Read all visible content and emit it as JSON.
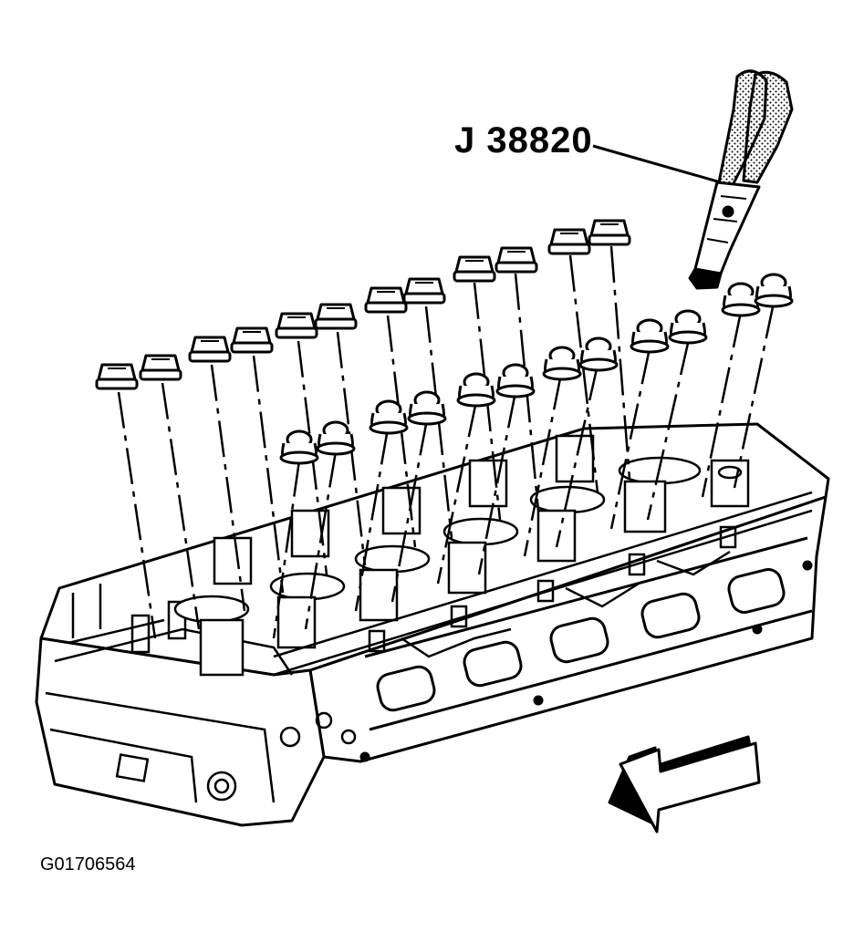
{
  "figure": {
    "tool_label": "J 38820",
    "figure_id": "G01706564"
  },
  "parts": {
    "seal_count": 24,
    "rows": [
      "upper-seal-row",
      "lower-seal-row"
    ],
    "tool": "valve-stem-oil-seal-installer",
    "direction_arrow": "front-of-engine-arrow"
  },
  "colors": {
    "line": "#000000",
    "background": "#ffffff"
  }
}
